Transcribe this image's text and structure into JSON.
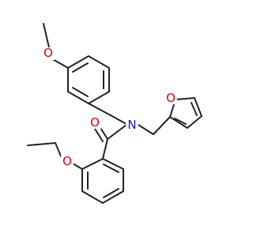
{
  "atoms": {
    "methoxy_oxygen": {
      "symbol": "O",
      "color": "#e00000"
    },
    "carbonyl_oxygen": {
      "symbol": "O",
      "color": "#e00000"
    },
    "ethoxy_oxygen": {
      "symbol": "O",
      "color": "#e00000"
    },
    "furan_oxygen": {
      "symbol": "O",
      "color": "#e00000"
    },
    "amide_nitrogen": {
      "symbol": "N",
      "color": "#1515d6"
    }
  },
  "bond_color": "#222222"
}
